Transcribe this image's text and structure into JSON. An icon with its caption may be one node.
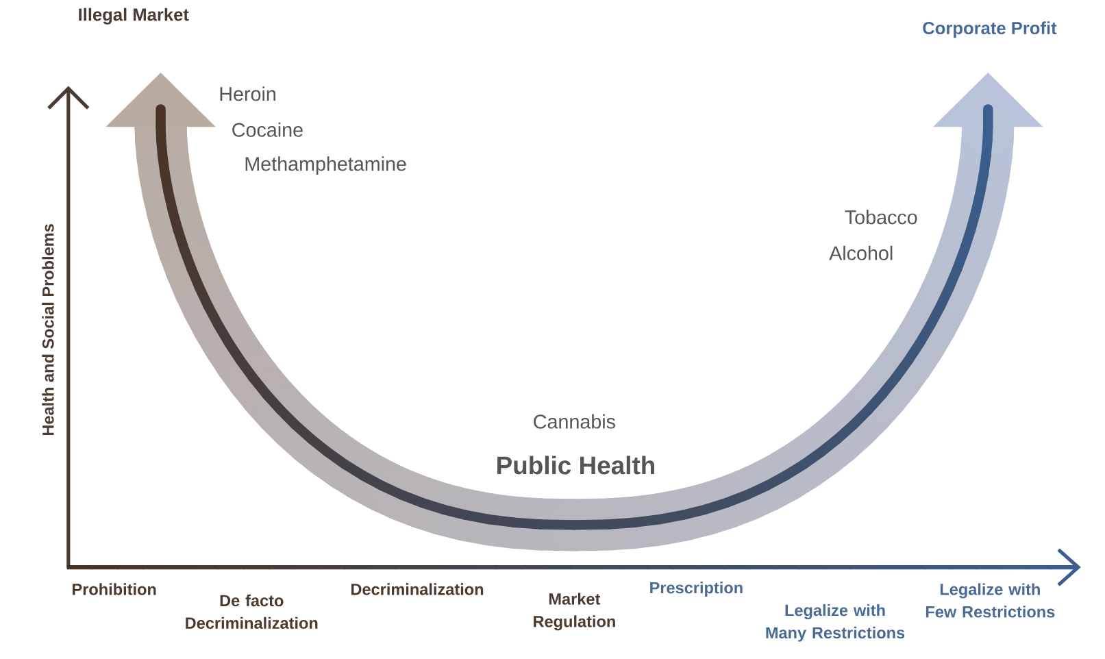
{
  "diagram": {
    "labels": [
      "Illegal Market",
      "Corporate Profit",
      "Health and Social Problems",
      "Heroin",
      "Cocaine",
      "Methamphetamine",
      "Tobacco",
      "Alcohol",
      "Cannabis",
      "Public Health",
      "Prohibition",
      "De facto Decriminalization",
      "Decriminalization",
      "Market Regulation",
      "Prescription",
      "Legalize with Many Restrictions",
      "Legalize with Few Restrictions"
    ]
  }
}
